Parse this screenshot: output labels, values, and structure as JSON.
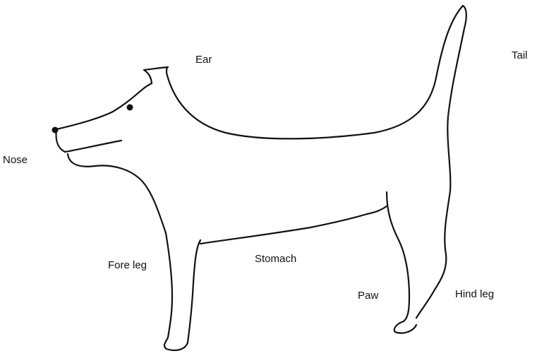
{
  "labels": {
    "ear": "Ear",
    "tail": "Tail",
    "nose": "Nose",
    "fore_leg": "Fore leg",
    "stomach": "Stomach",
    "paw": "Paw",
    "hind_leg": "Hind leg"
  },
  "colors": {
    "line": "#111111",
    "background": "#ffffff"
  }
}
